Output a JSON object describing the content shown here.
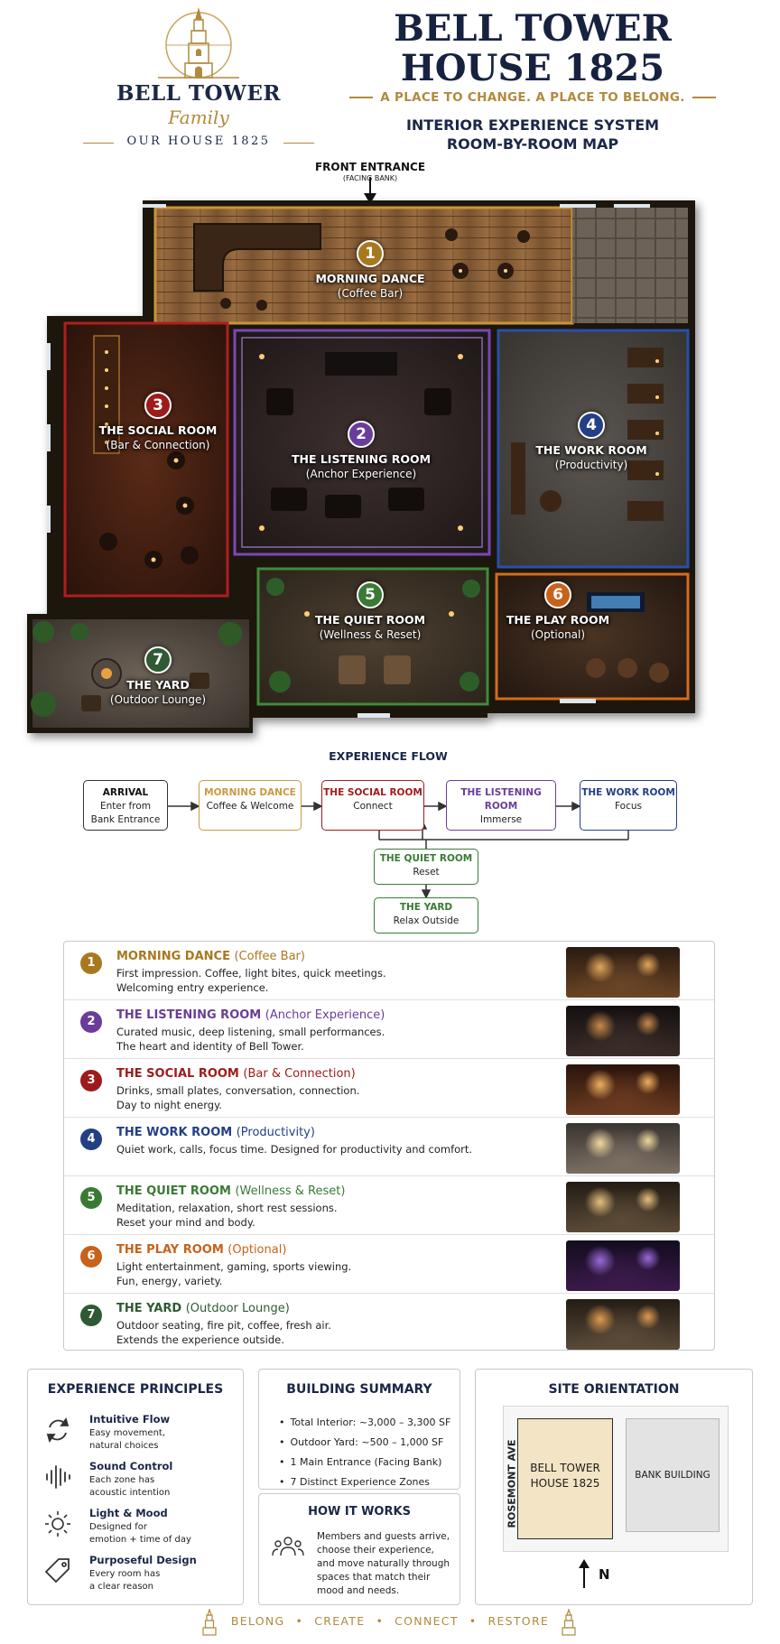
{
  "header": {
    "logo": {
      "brand": "BELL TOWER",
      "family": "Family",
      "tagline": "OUR HOUSE 1825",
      "icon": "bell-tower-icon"
    },
    "title_line1": "BELL TOWER",
    "title_line2": "HOUSE 1825",
    "tagline": "A PLACE TO CHANGE. A PLACE TO BELONG.",
    "subtitle_line1": "INTERIOR EXPERIENCE SYSTEM",
    "subtitle_line2": "ROOM-BY-ROOM MAP"
  },
  "map": {
    "entrance_label": "FRONT ENTRANCE",
    "entrance_sub": "(FACING BANK)",
    "rooms": [
      {
        "num": "1",
        "name": "MORNING DANCE",
        "sub": "(Coffee Bar)",
        "color": "#a8781f"
      },
      {
        "num": "2",
        "name": "THE LISTENING ROOM",
        "sub": "(Anchor Experience)",
        "color": "#6a3d9a"
      },
      {
        "num": "3",
        "name": "THE SOCIAL ROOM",
        "sub": "(Bar & Connection)",
        "color": "#9e1b1b"
      },
      {
        "num": "4",
        "name": "THE WORK ROOM",
        "sub": "(Productivity)",
        "color": "#233f86"
      },
      {
        "num": "5",
        "name": "THE QUIET ROOM",
        "sub": "(Wellness & Reset)",
        "color": "#3a7a35"
      },
      {
        "num": "6",
        "name": "THE PLAY ROOM",
        "sub": "(Optional)",
        "color": "#c8621a"
      },
      {
        "num": "7",
        "name": "THE YARD",
        "sub": "(Outdoor Lounge)",
        "color": "#2f5a33"
      }
    ]
  },
  "flow": {
    "title": "EXPERIENCE FLOW",
    "boxes": [
      {
        "title": "ARRIVAL",
        "line1": "Enter from",
        "line2": "Bank Entrance",
        "color": "#333333"
      },
      {
        "title": "MORNING DANCE",
        "line1": "Coffee & Welcome",
        "line2": "",
        "color": "#c89a45"
      },
      {
        "title": "THE SOCIAL ROOM",
        "line1": "Connect",
        "line2": "",
        "color": "#a01c1c"
      },
      {
        "title": "THE LISTENING ROOM",
        "line1": "Immerse",
        "line2": "",
        "color": "#6a3d9a"
      },
      {
        "title": "THE WORK ROOM",
        "line1": "Focus",
        "line2": "",
        "color": "#233f86"
      },
      {
        "title": "THE QUIET ROOM",
        "line1": "Reset",
        "line2": "",
        "color": "#3a7a35"
      },
      {
        "title": "THE YARD",
        "line1": "Relax Outside",
        "line2": "",
        "color": "#3a7a35"
      }
    ]
  },
  "room_list": [
    {
      "num": "1",
      "name": "MORNING DANCE",
      "sub": "(Coffee Bar)",
      "color": "#a8781f",
      "desc1": "First impression. Coffee, light bites, quick meetings.",
      "desc2": "Welcoming entry experience."
    },
    {
      "num": "2",
      "name": "THE LISTENING ROOM",
      "sub": "(Anchor Experience)",
      "color": "#6a3d9a",
      "desc1": "Curated music, deep listening, small performances.",
      "desc2": "The heart and identity of Bell Tower."
    },
    {
      "num": "3",
      "name": "THE SOCIAL ROOM",
      "sub": "(Bar & Connection)",
      "color": "#9e1b1b",
      "desc1": "Drinks, small plates, conversation, connection.",
      "desc2": "Day to night energy."
    },
    {
      "num": "4",
      "name": "THE WORK ROOM",
      "sub": "(Productivity)",
      "color": "#233f86",
      "desc1": "Quiet work, calls, focus time. Designed for productivity and comfort.",
      "desc2": ""
    },
    {
      "num": "5",
      "name": "THE QUIET ROOM",
      "sub": "(Wellness & Reset)",
      "color": "#3a7a35",
      "desc1": "Meditation, relaxation, short rest sessions.",
      "desc2": "Reset your mind and body."
    },
    {
      "num": "6",
      "name": "THE PLAY ROOM",
      "sub": "(Optional)",
      "color": "#c8621a",
      "desc1": "Light entertainment, gaming, sports viewing.",
      "desc2": "Fun, energy, variety."
    },
    {
      "num": "7",
      "name": "THE YARD",
      "sub": "(Outdoor Lounge)",
      "color": "#2f5a33",
      "desc1": "Outdoor seating, fire pit, coffee, fresh air.",
      "desc2": "Extends the experience outside."
    }
  ],
  "principles": {
    "title": "EXPERIENCE PRINCIPLES",
    "items": [
      {
        "title": "Intuitive Flow",
        "line1": "Easy movement,",
        "line2": "natural choices",
        "icon": "refresh-arrows-icon"
      },
      {
        "title": "Sound Control",
        "line1": "Each zone has",
        "line2": "acoustic intention",
        "icon": "sound-wave-icon"
      },
      {
        "title": "Light & Mood",
        "line1": "Designed for",
        "line2": "emotion + time of day",
        "icon": "sun-icon"
      },
      {
        "title": "Purposeful Design",
        "line1": "Every room has",
        "line2": "a clear reason",
        "icon": "tag-icon"
      }
    ]
  },
  "summary": {
    "title": "BUILDING SUMMARY",
    "items": [
      "Total Interior: ~3,000 – 3,300 SF",
      "Outdoor Yard: ~500 – 1,000 SF",
      "1 Main Entrance (Facing Bank)",
      "7 Distinct Experience Zones"
    ]
  },
  "how": {
    "title": "HOW IT WORKS",
    "text": "Members and guests arrive, choose their experience, and move naturally through spaces that match their mood and needs.",
    "icon": "people-group-icon"
  },
  "site": {
    "title": "SITE ORIENTATION",
    "street": "ROSEMONT AVE",
    "building_line1": "BELL TOWER",
    "building_line2": "HOUSE 1825",
    "bank": "BANK BUILDING",
    "north": "N"
  },
  "footer": {
    "words": [
      "BELONG",
      "CREATE",
      "CONNECT",
      "RESTORE"
    ]
  }
}
